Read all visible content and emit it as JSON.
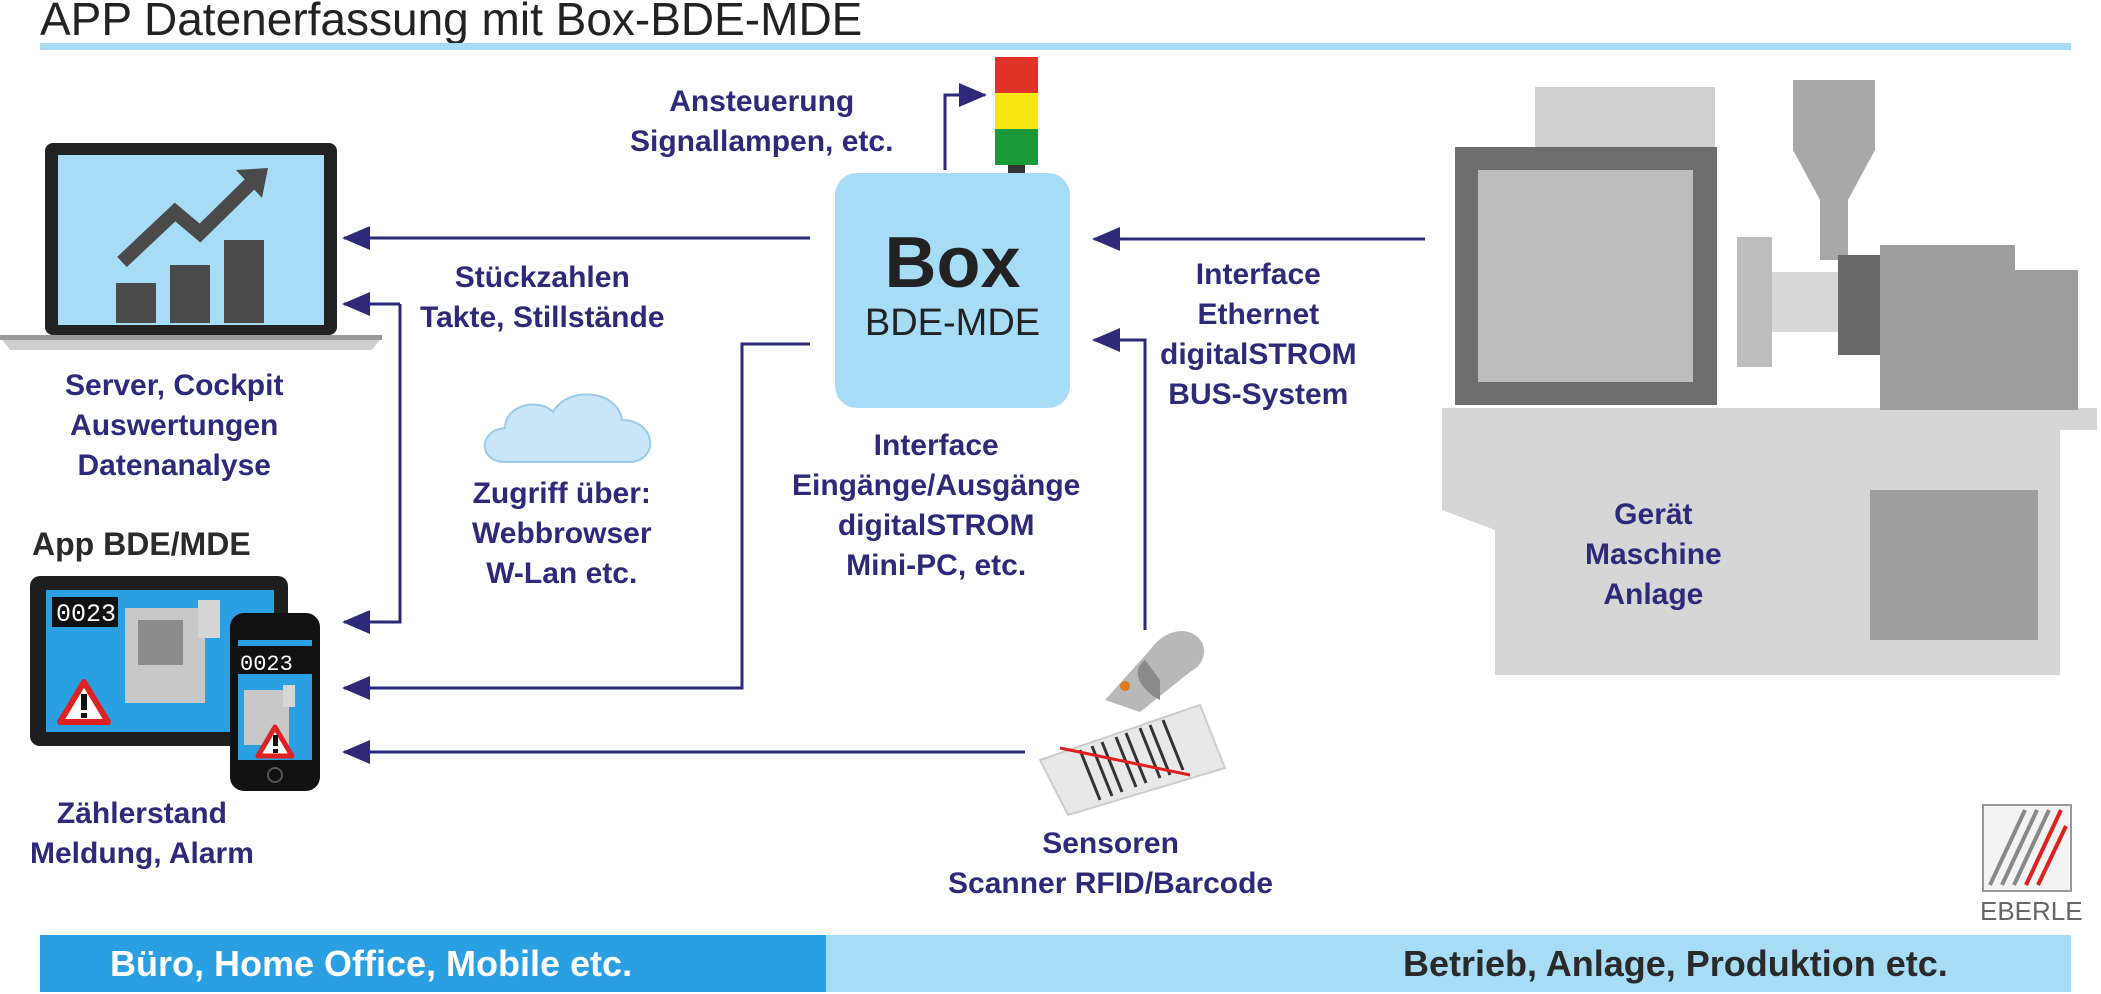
{
  "title": "APP Datenerfassung mit Box-BDE-MDE",
  "box": {
    "title": "Box",
    "subtitle": "BDE-MDE"
  },
  "labels": {
    "signal": [
      "Ansteuerung",
      "Signallampen, etc."
    ],
    "counts": [
      "Stückzahlen",
      "Takte, Stillstände"
    ],
    "server": [
      "Server, Cockpit",
      "Auswertungen",
      "Datenanalyse"
    ],
    "app_title": "App BDE/MDE",
    "access": [
      "Zugriff über:",
      "Webbrowser",
      "W-Lan etc."
    ],
    "interface_io": [
      "Interface",
      "Eingänge/Ausgänge",
      "digitalSTROM",
      "Mini-PC, etc."
    ],
    "interface_eth": [
      "Interface",
      "Ethernet",
      "digitalSTROM",
      "BUS-System"
    ],
    "machine": [
      "Gerät",
      "Maschine",
      "Anlage"
    ],
    "counter": [
      "Zählerstand",
      "Meldung, Alarm"
    ],
    "sensors": [
      "Sensoren",
      "Scanner RFID/Barcode"
    ],
    "tablet_counter": "0023",
    "phone_counter": "0023",
    "logo": "EBERLE"
  },
  "footer": {
    "left": "Büro, Home Office, Mobile etc.",
    "right": "Betrieb, Anlage, Produktion etc."
  },
  "colors": {
    "accent_light": "#a6dcf5",
    "accent_dark": "#2a9fe1",
    "label": "#2e2a7a",
    "arrow": "#2e2a7a"
  },
  "icons": [
    "laptop-chart-icon",
    "tablet-icon",
    "phone-icon",
    "cloud-icon",
    "signal-lamp-icon",
    "barcode-scanner-icon",
    "machine-icon",
    "eberle-logo-icon",
    "warning-icon"
  ]
}
